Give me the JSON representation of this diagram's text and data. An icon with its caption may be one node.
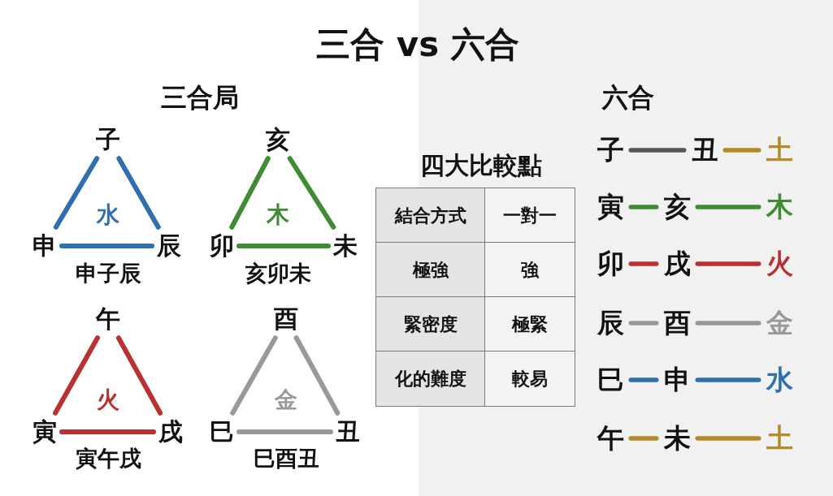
{
  "diagram": {
    "title": "三合 vs 六合",
    "nodes": [
      {
        "text": [
          "子"
        ]
      },
      {
        "text": [
          "申"
        ]
      },
      {
        "text": [
          "辰"
        ]
      },
      {
        "text": [
          "亥"
        ]
      },
      {
        "text": [
          "卯"
        ]
      },
      {
        "text": [
          "未"
        ]
      },
      {
        "text": [
          "午"
        ]
      },
      {
        "text": [
          "寅"
        ]
      },
      {
        "text": [
          "戌"
        ]
      },
      {
        "text": [
          "酉"
        ]
      },
      {
        "text": [
          "巳"
        ]
      },
      {
        "text": [
          "丑"
        ]
      },
      {
        "text": [
          "子"
        ]
      },
      {
        "text": [
          "丑"
        ]
      },
      {
        "text": [
          "土"
        ]
      },
      {
        "text": [
          "寅"
        ]
      },
      {
        "text": [
          "亥"
        ]
      },
      {
        "text": [
          "木"
        ]
      },
      {
        "text": [
          "卯"
        ]
      },
      {
        "text": [
          "戌"
        ]
      },
      {
        "text": [
          "火"
        ]
      },
      {
        "text": [
          "辰"
        ]
      },
      {
        "text": [
          "酉"
        ]
      },
      {
        "text": [
          "金"
        ]
      },
      {
        "text": [
          "巳"
        ]
      },
      {
        "text": [
          "申"
        ]
      },
      {
        "text": [
          "水"
        ]
      },
      {
        "text": [
          "午"
        ]
      },
      {
        "text": [
          "未"
        ]
      },
      {
        "text": [
          "土"
        ]
      }
    ],
    "edges": [
      {
        "from": 0,
        "to": 1,
        "arrow": "none",
        "color": "#2f6fae"
      },
      {
        "from": 0,
        "to": 2,
        "arrow": "none",
        "color": "#2f6fae"
      },
      {
        "from": 1,
        "to": 2,
        "arrow": "none",
        "color": "#2f6fae"
      },
      {
        "from": 3,
        "to": 4,
        "arrow": "none",
        "color": "#3f8c35"
      },
      {
        "from": 3,
        "to": 5,
        "arrow": "none",
        "color": "#3f8c35"
      },
      {
        "from": 4,
        "to": 5,
        "arrow": "none",
        "color": "#3f8c35"
      },
      {
        "from": 6,
        "to": 7,
        "arrow": "none",
        "color": "#b83232"
      },
      {
        "from": 6,
        "to": 8,
        "arrow": "none",
        "color": "#b83232"
      },
      {
        "from": 7,
        "to": 8,
        "arrow": "none",
        "color": "#b83232"
      },
      {
        "from": 9,
        "to": 10,
        "arrow": "none",
        "color": "#999999"
      },
      {
        "from": 9,
        "to": 11,
        "arrow": "none",
        "color": "#999999"
      },
      {
        "from": 10,
        "to": 11,
        "arrow": "none",
        "color": "#999999"
      },
      {
        "from": 12,
        "to": 13,
        "arrow": "none",
        "color": "#56565c"
      },
      {
        "from": 13,
        "to": 14,
        "arrow": "none",
        "color": "#b58a2a"
      },
      {
        "from": 15,
        "to": 16,
        "arrow": "none",
        "color": "#3f8c35"
      },
      {
        "from": 16,
        "to": 17,
        "arrow": "none",
        "color": "#3f8c35"
      },
      {
        "from": 18,
        "to": 19,
        "arrow": "none",
        "color": "#b83232"
      },
      {
        "from": 19,
        "to": 20,
        "arrow": "none",
        "color": "#b83232"
      },
      {
        "from": 21,
        "to": 22,
        "arrow": "none",
        "color": "#999999"
      },
      {
        "from": 22,
        "to": 23,
        "arrow": "none",
        "color": "#999999"
      },
      {
        "from": 24,
        "to": 25,
        "arrow": "none",
        "color": "#2f6fae"
      },
      {
        "from": 25,
        "to": 26,
        "arrow": "none",
        "color": "#2f6fae"
      },
      {
        "from": 27,
        "to": 28,
        "arrow": "none",
        "color": "#b58a2a"
      },
      {
        "from": 28,
        "to": 29,
        "arrow": "none",
        "color": "#b58a2a"
      }
    ],
    "labels": [
      "三合局",
      "水",
      "申子辰",
      "木",
      "亥卯未",
      "火",
      "寅午戌",
      "金",
      "巳酉丑",
      "四大比較點",
      "結合方式",
      "一對一",
      "極強",
      "強",
      "緊密度",
      "極緊",
      "化的難度",
      "較易",
      "六合"
    ]
  }
}
